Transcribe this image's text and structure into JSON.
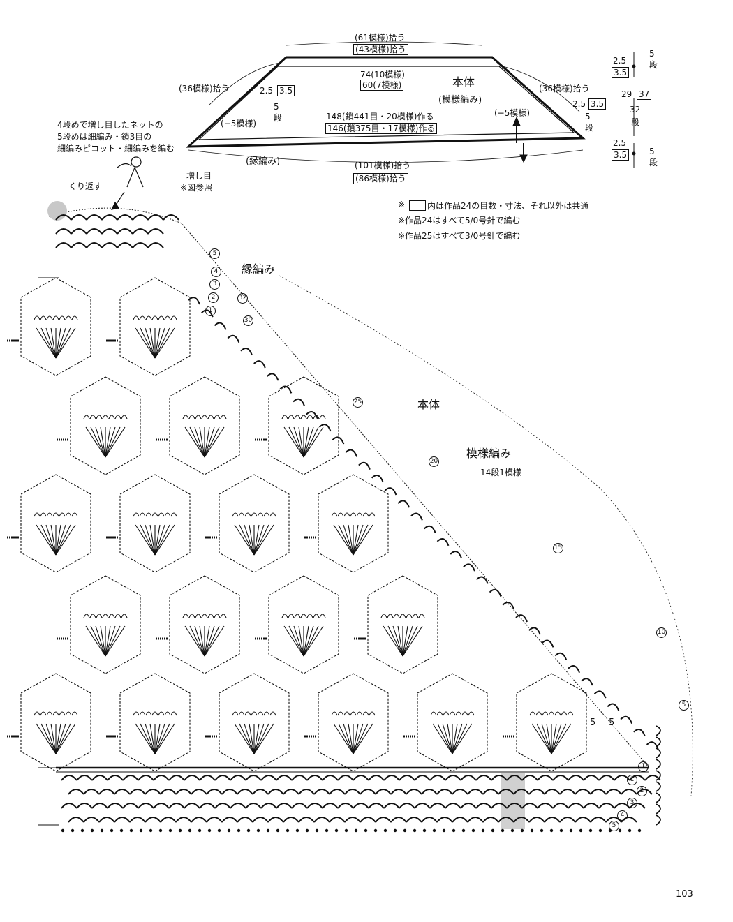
{
  "schematic": {
    "top_line1": "(61模様)拾う",
    "top_line2": "(43模様)拾う",
    "center_line1": "74(10模様)",
    "center_line2": "60(7模様)",
    "title": "本体",
    "subtitle": "(模様編み)",
    "left_pick": "(36模様)拾う",
    "right_pick": "(36模様)拾う",
    "left_w1": "2.5",
    "left_w2": "3.5",
    "left_rows": "5",
    "left_rows_unit": "段",
    "left_dec": "(−5模様)",
    "right_dec": "(−5模様)",
    "right_w1": "2.5",
    "right_w2": "3.5",
    "right_rows": "5",
    "right_rows_unit": "段",
    "mid_line1": "148(鎖441目・20模様)作る",
    "mid_line2": "146(鎖375目・17模様)作る",
    "border_label": "(縁編み)",
    "bottom_line1": "(101模様)拾う",
    "bottom_line2": "(86模様)拾う",
    "inc_label1": "増し目",
    "inc_label2": "※図参照"
  },
  "side_dims": {
    "top_a": "2.5",
    "top_b": "3.5",
    "top_rows": "5",
    "top_rows_unit": "段",
    "mid_a": "29",
    "mid_b": "37",
    "mid_rows": "32",
    "mid_rows_unit": "段",
    "bot_a": "2.5",
    "bot_b": "3.5",
    "bot_rows": "5",
    "bot_rows_unit": "段"
  },
  "notes": {
    "net_line1": "4段めで増し目したネットの",
    "net_line2": "5段めは細編み・鎖3目の",
    "net_line3": "細編みピコット・細編みを編む",
    "repeat": "くり返す",
    "note1_mark": "※",
    "note1": "内は作品24の目数・寸法、それ以外は共通",
    "note2": "※作品24はすべて5/0号針で編む",
    "note3": "※作品25はすべて3/0号針で編む"
  },
  "chart_labels": {
    "border": "縁編み",
    "body": "本体",
    "pattern": "模様編み",
    "pattern_repeat": "14段1模様",
    "five_a": "5",
    "five_b": "5"
  },
  "row_markers": {
    "border_left": [
      "1",
      "2",
      "3",
      "4",
      "5"
    ],
    "diag": [
      "32",
      "30",
      "25",
      "20",
      "15",
      "10",
      "5"
    ],
    "border_right": [
      "1",
      "2",
      "3",
      "4",
      "5"
    ]
  },
  "page_number": "103"
}
